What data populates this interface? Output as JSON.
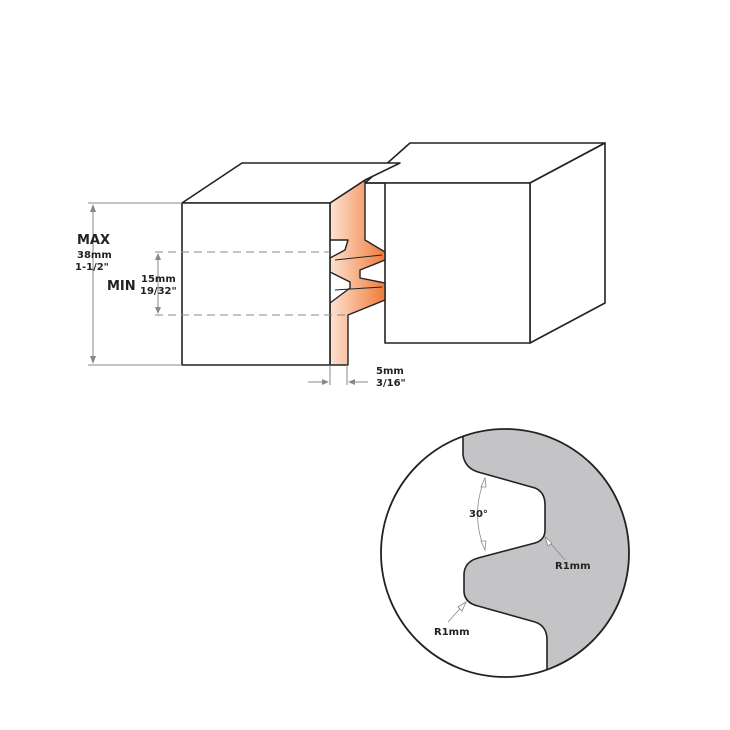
{
  "colors": {
    "accent": "#f07a3a",
    "accent_light": "#fde3d2",
    "profile_gray": "#c4c4c6",
    "line": "#222222"
  },
  "dimensions": {
    "max_label": "MAX",
    "max_mm": "38mm",
    "max_in": "1-1/2\"",
    "min_label": "MIN",
    "min_mm": "15mm",
    "min_in": "19/32\"",
    "offset_mm": "5mm",
    "offset_in": "3/16\""
  },
  "detail": {
    "angle": "30°",
    "radius_top": "R1mm",
    "radius_bottom": "R1mm"
  }
}
